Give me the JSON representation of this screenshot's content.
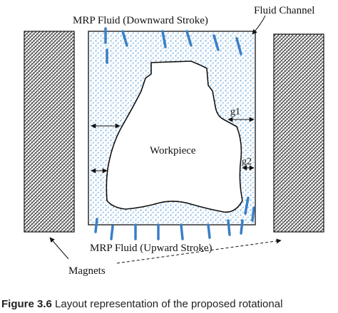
{
  "labels": {
    "fluid_down": "MRP Fluid (Downward Stroke)",
    "fluid_channel": "Fluid Channel",
    "gap1": "g1",
    "gap2": "g2",
    "workpiece": "Workpiece",
    "fluid_up": "MRP Fluid (Upward Stroke)",
    "magnets": "Magnets"
  },
  "caption": {
    "figure": "Figure 3.6",
    "text": "  Layout representation of the proposed rotational"
  },
  "colors": {
    "fluid_dots": "#7fb3e0",
    "flow_arrow": "#3a7fc6",
    "outline": "#111111",
    "background": "#ffffff"
  }
}
